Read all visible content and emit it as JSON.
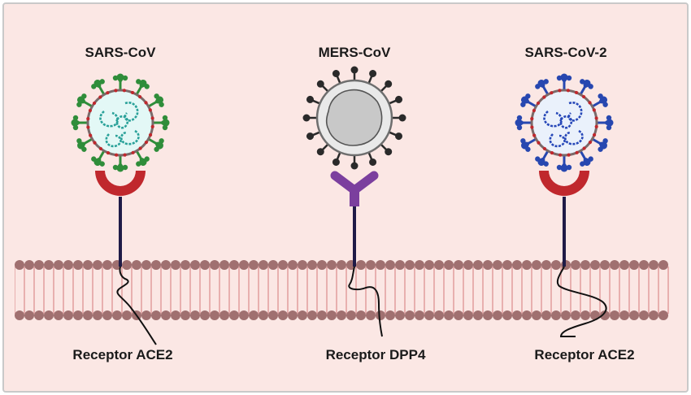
{
  "colors": {
    "background": "#fbe7e4",
    "frame": "#c9c9c9",
    "lipid_head": "#a07070",
    "lipid_tail": "#e4a2a2",
    "stem": "#1f1b47",
    "ace2_cap": "#c0282d",
    "dpp4_cap": "#7b3f9e",
    "sars_spike": "#2f8d3a",
    "sars_core": "#e3f8f6",
    "sars_rna": "#2aa199",
    "mers_spike": "#2a2a2a",
    "mers_core": "#c8c8c8",
    "sars2_spike": "#2747b0",
    "sars2_core": "#eaf1fb",
    "sars2_rna": "#2748b8",
    "envelope_dots": "#c0282d"
  },
  "panels": [
    {
      "virus_name": "SARS-CoV",
      "receptor_label": "Receptor ACE2",
      "virus_icon": "coronavirus-icon",
      "receptor_shape": "cup"
    },
    {
      "virus_name": "MERS-CoV",
      "receptor_label": "Receptor DPP4",
      "virus_icon": "coronavirus-icon",
      "receptor_shape": "y-fork"
    },
    {
      "virus_name": "SARS-CoV-2",
      "receptor_label": "Receptor ACE2",
      "virus_icon": "coronavirus-icon",
      "receptor_shape": "cup"
    }
  ]
}
